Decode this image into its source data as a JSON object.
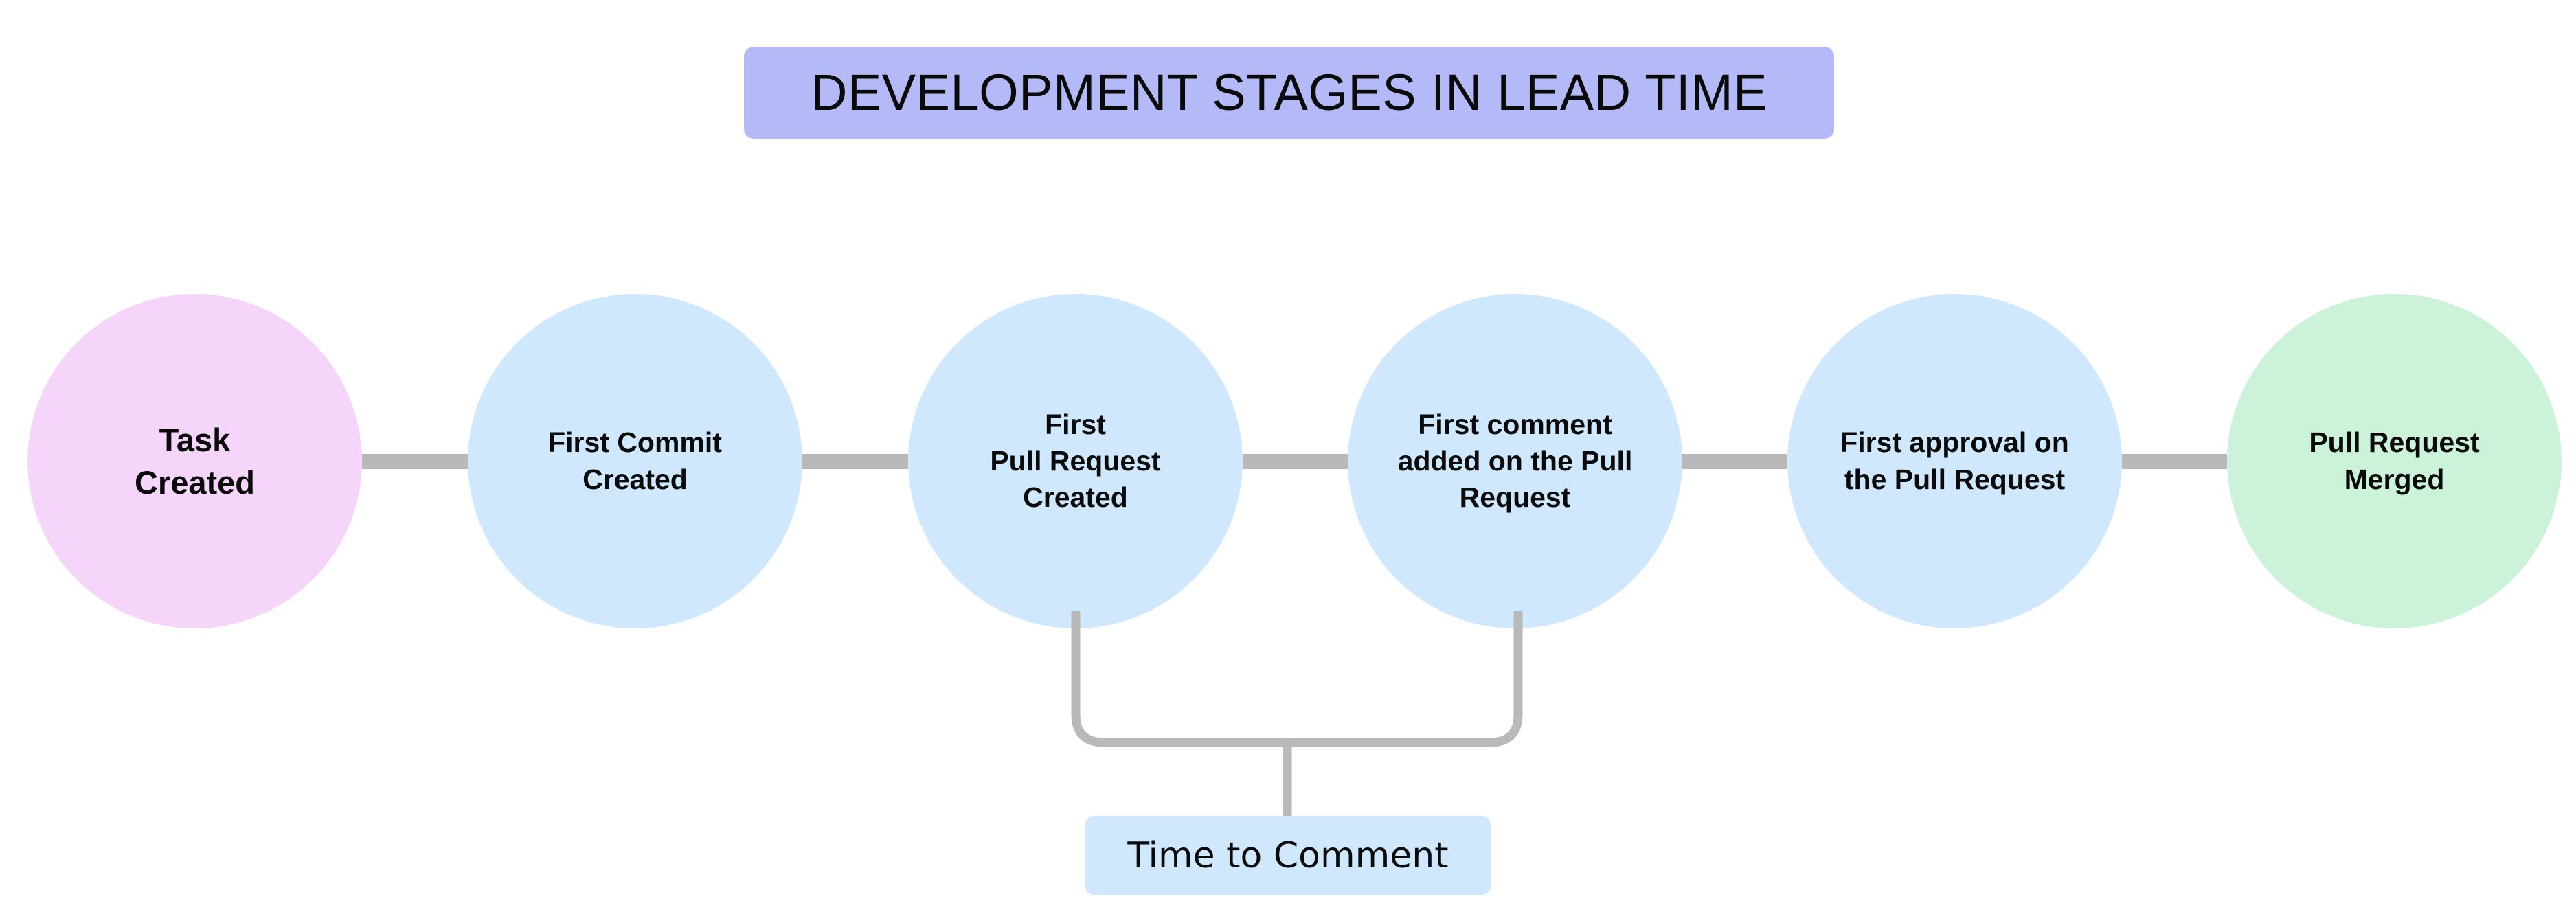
{
  "diagram": {
    "title": "DEVELOPMENT STAGES IN LEAD TIME",
    "title_bg": "#b3baf7",
    "line_color": "#b9b9b9",
    "nodes": [
      {
        "id": "task-created",
        "label": "Task\nCreated",
        "color": "#f6d5fa"
      },
      {
        "id": "first-commit-created",
        "label": "First Commit\nCreated",
        "color": "#cfe8fd"
      },
      {
        "id": "first-pull-request",
        "label": "First\nPull Request\nCreated",
        "color": "#cfe8fd"
      },
      {
        "id": "first-comment-on-pr",
        "label": "First comment\nadded on the Pull\nRequest",
        "color": "#cfe8fd"
      },
      {
        "id": "first-approval-on-pr",
        "label": "First approval on\nthe Pull Request",
        "color": "#cfe8fd"
      },
      {
        "id": "pull-request-merged",
        "label": "Pull Request\nMerged",
        "color": "#ccf2da"
      }
    ],
    "measure": {
      "label": "Time to Comment",
      "color": "#cfe8fd",
      "from_node": "first-pull-request",
      "to_node": "first-comment-on-pr"
    }
  }
}
